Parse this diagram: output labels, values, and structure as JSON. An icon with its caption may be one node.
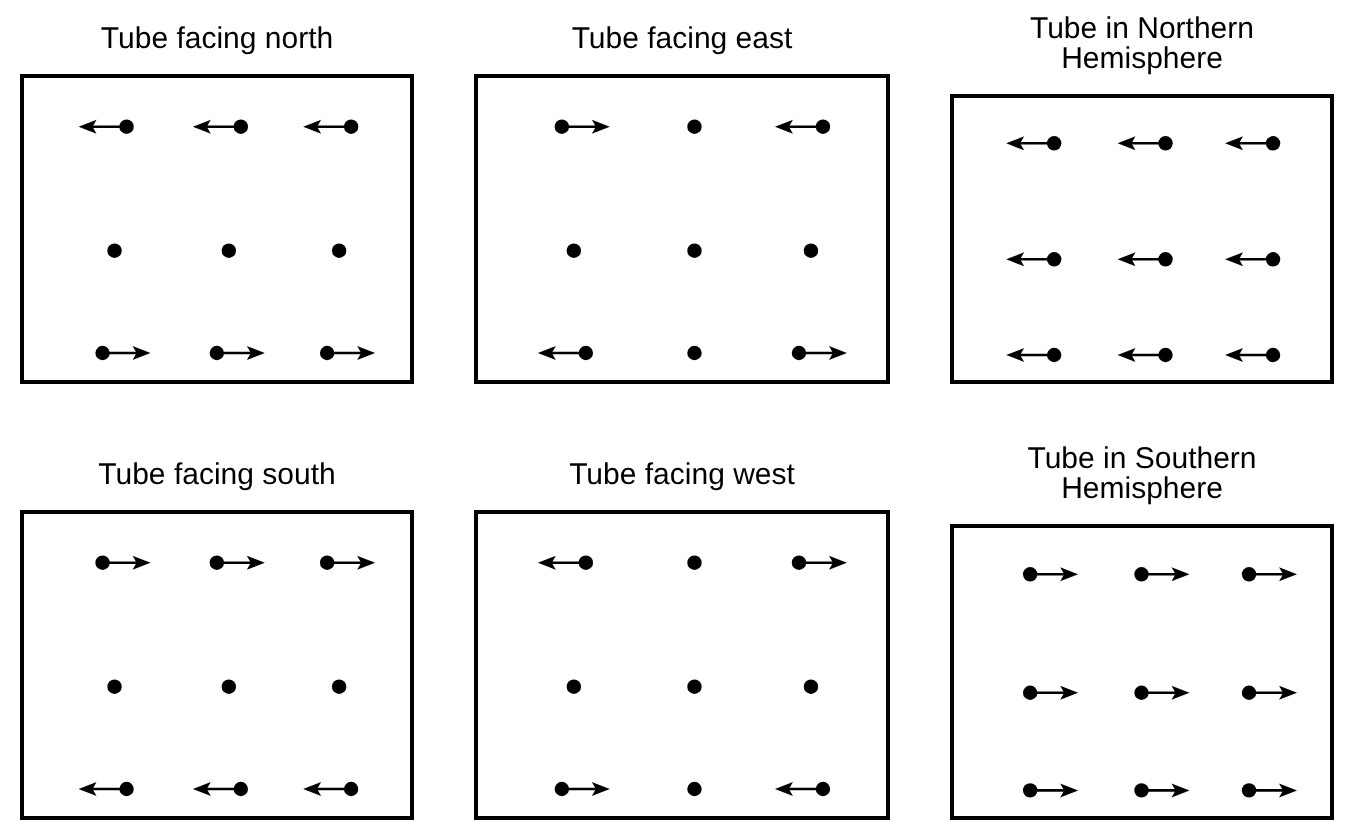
{
  "diagram": {
    "nodes": [
      {
        "text": [
          "Tube facing north"
        ]
      },
      {
        "text": [
          "Tube facing east"
        ]
      },
      {
        "text": [
          "Tube in Northern Hemisphere"
        ]
      },
      {
        "text": [
          "Tube facing south"
        ]
      },
      {
        "text": [
          "Tube facing west"
        ]
      },
      {
        "text": [
          "Tube in Southern Hemisphere"
        ]
      }
    ]
  }
}
